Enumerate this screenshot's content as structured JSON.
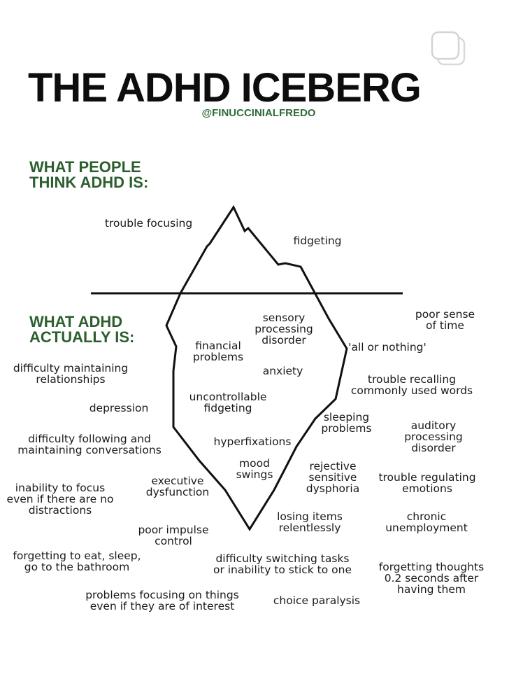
{
  "title": "THE ADHD ICEBERG",
  "handle": "@FINUCCINIALFREDO",
  "heading_top": {
    "line1": "WHAT PEOPLE",
    "line2": "THINK ADHD IS:"
  },
  "heading_bottom": {
    "line1": "WHAT ADHD",
    "line2": "ACTUALLY IS:"
  },
  "above_water": [
    "trouble focusing",
    "fidgeting"
  ],
  "inside_berg": [
    "sensory\nprocessing\ndisorder",
    "financial\nproblems",
    "anxiety",
    "uncontrollable\nfidgeting",
    "hyperfixations",
    "mood\nswings",
    "sleeping\nproblems"
  ],
  "outside_berg": [
    "poor sense\nof time",
    "'all or nothing'",
    "difficulty maintaining\nrelationships",
    "trouble recalling\ncommonly used words",
    "depression",
    "auditory\nprocessing\ndisorder",
    "difficulty following and\nmaintaining conversations",
    "rejective\nsensitive\ndysphoria",
    "trouble regulating\nemotions",
    "executive\ndysfunction",
    "inability to focus\neven if there are no\ndistractions",
    "losing items\nrelentlessly",
    "chronic\nunemployment",
    "poor impulse\ncontrol",
    "forgetting to eat, sleep,\ngo to the bathroom",
    "difficulty switching tasks\nor inability to stick to one",
    "forgetting thoughts\n0.2 seconds after\nhaving them",
    "problems focusing on things\neven if they are of interest",
    "choice paralysis"
  ],
  "colors": {
    "heading_green": "#2c5e2e",
    "handle_green": "#2f6b3a",
    "ink": "#1a1a1a"
  },
  "icons": [
    "copy-icon"
  ]
}
